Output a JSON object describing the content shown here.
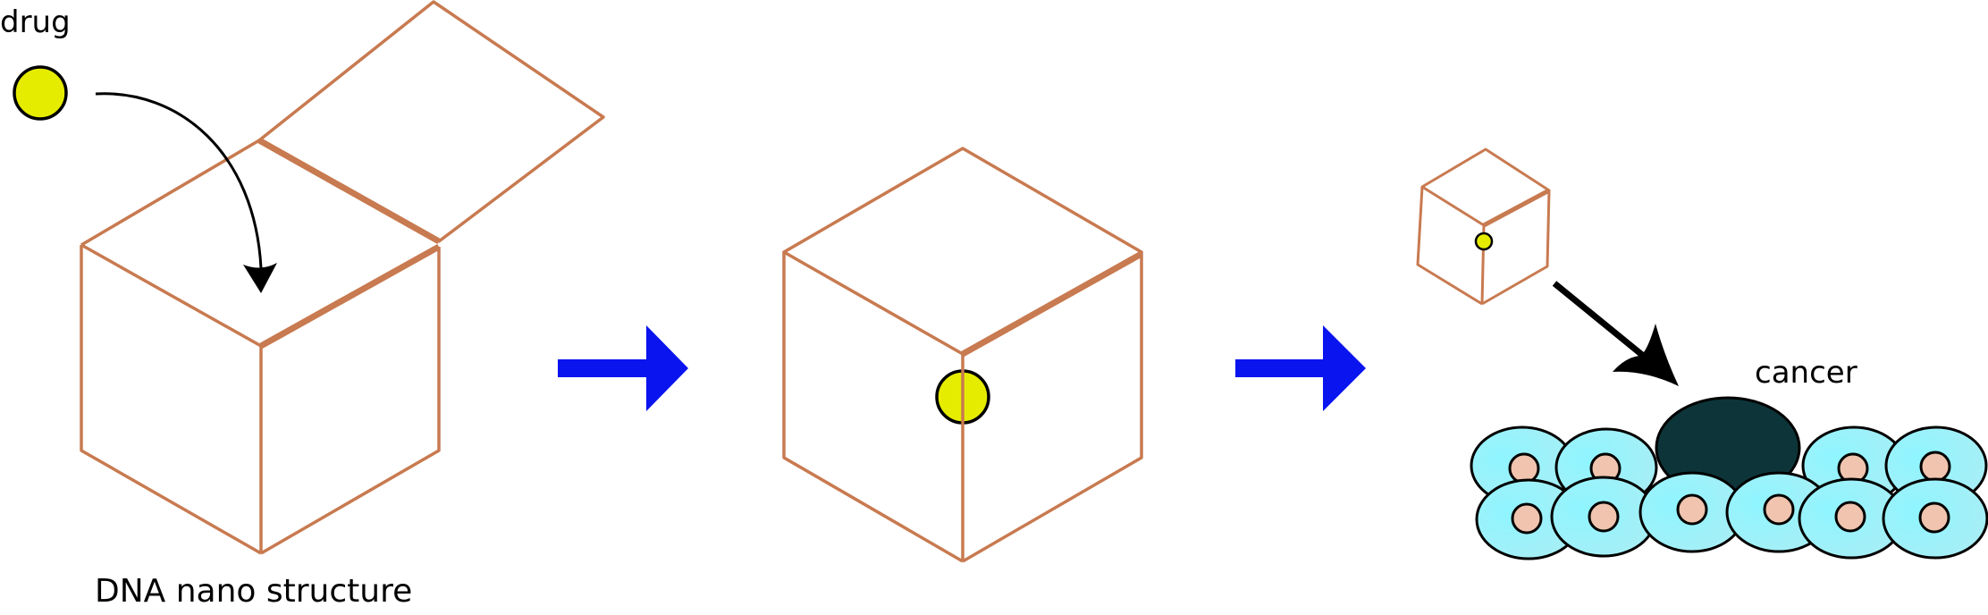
{
  "labels": {
    "drug": "drug",
    "structure": "DNA nano structure",
    "cancer": "cancer"
  },
  "colors": {
    "cube_edge": "#c87a50",
    "drug_fill": "#e6ec00",
    "process_arrow": "#0a14ee",
    "normal_cell_fill": "#a8eef5",
    "normal_cell_nucleus": "#f0c4ae",
    "cancer_cell_fill": "#0d3539",
    "outline": "#000000"
  },
  "icons": {
    "drug": "drug-sphere-icon",
    "step_arrow": "right-arrow-icon"
  }
}
